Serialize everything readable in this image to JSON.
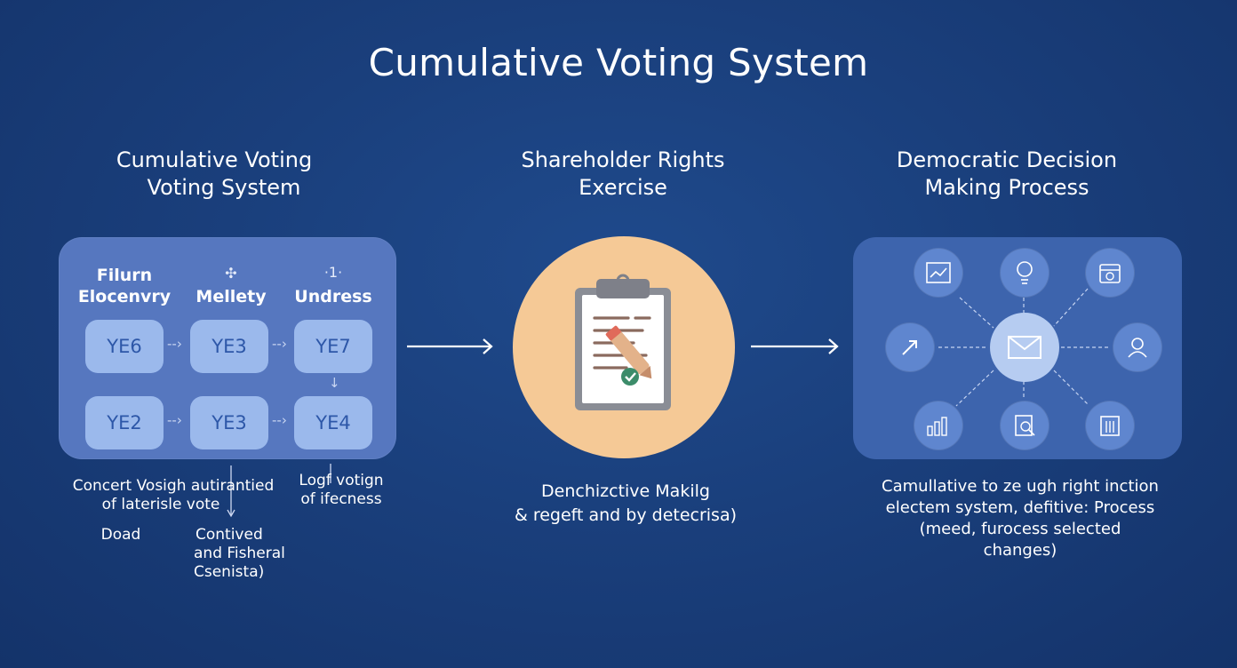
{
  "title": "Cumulative Voting System",
  "columns": [
    {
      "heading": [
        "Cumulative Voting",
        "Voting System"
      ]
    },
    {
      "heading": [
        "Shareholder Rights",
        "Exercise"
      ]
    },
    {
      "heading": [
        "Democratic Decision",
        "Making Process"
      ]
    }
  ],
  "left_panel": {
    "col_labels": [
      [
        "Filurn",
        "Elocenvry"
      ],
      [
        "Mellety"
      ],
      [
        "Undress"
      ]
    ],
    "rows": [
      [
        "YE6",
        "YE3",
        "YE7"
      ],
      [
        "YE2",
        "YE3",
        "YE4"
      ]
    ]
  },
  "left_notes": {
    "note1": [
      "Concert Vosigh autirantied",
      "of laterisle vote"
    ],
    "note2": [
      "Logf votign",
      "of ifecness"
    ],
    "note3": "Doad",
    "note4": [
      "Contived",
      "and Fisheral",
      "Csenista)"
    ]
  },
  "middle_text": [
    "Denchizctive Makilg",
    "& regeft and by detecrisa)"
  ],
  "right_text": [
    "Camullative to ze ugh right inction",
    "electem system, defitive: Process",
    "(meed, furocess selected",
    "changes)"
  ],
  "icons": {
    "clipboard": "clipboard-icon",
    "center": "envelope-icon",
    "nodes": [
      "chart-window-icon",
      "lightbulb-icon",
      "calendar-icon",
      "arrow-trend-icon",
      "user-icon",
      "bar-chart-icon",
      "document-search-icon",
      "building-icon"
    ]
  },
  "colors": {
    "background": "#1a3f7c",
    "left_panel": "#5677bf",
    "cell": "#9bb9ec",
    "cell_text": "#2d57a8",
    "circle": "#f5c996",
    "right_panel": "#3d64ad"
  }
}
